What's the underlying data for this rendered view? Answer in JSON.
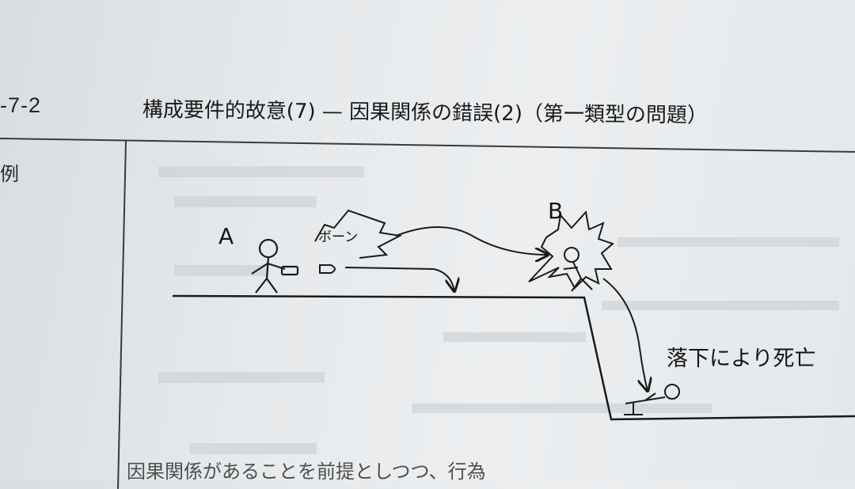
{
  "header": {
    "section_code": "-7-2",
    "title": "構成要件的故意(7) — 因果関係の錯誤(2)（第一類型の問題）"
  },
  "margin_note": "例",
  "diagram": {
    "label_a": "A",
    "label_b": "B",
    "sound_effect": "ボーン",
    "caption": "落下により死亡"
  },
  "bottom_text": "因果関係があることを前提としつつ、行為"
}
